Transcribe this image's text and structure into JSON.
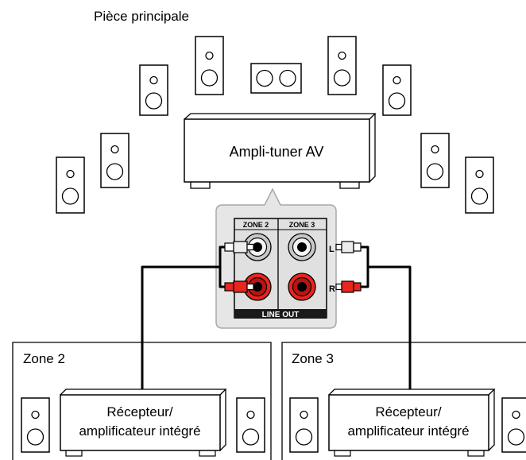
{
  "main_room": {
    "title": "Pièce principale"
  },
  "av_receiver": {
    "label": "Ampli-tuner AV"
  },
  "panel": {
    "zone2_header": "ZONE 2",
    "zone3_header": "ZONE 3",
    "left_label": "L",
    "right_label": "R",
    "footer": "LINE OUT"
  },
  "zones": [
    {
      "title": "Zone 2",
      "device_line1": "Récepteur/",
      "device_line2": "amplificateur intégré"
    },
    {
      "title": "Zone 3",
      "device_line1": "Récepteur/",
      "device_line2": "amplificateur intégré"
    }
  ],
  "colors": {
    "left_jack": "#c8c8c8",
    "right_jack": "#e8251e",
    "panel_bg": "#e6e6e6",
    "label_bar": "#1a1a1a"
  }
}
